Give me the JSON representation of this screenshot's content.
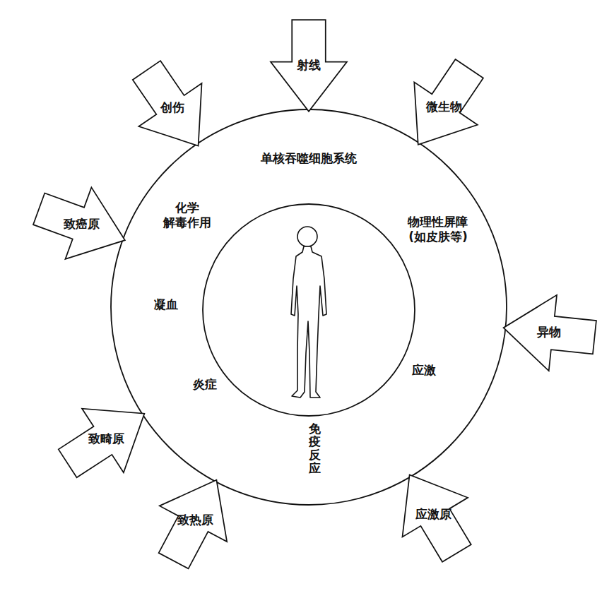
{
  "diagram": {
    "nodes": [
      {
        "text": [
          "单核吞噬细胞系统",
          "化学 解毒作用",
          "物理性屏障 (如皮肤等)",
          "凝血",
          "应激",
          "炎症",
          "免疫反应"
        ]
      },
      {
        "text": [
          "射线"
        ]
      },
      {
        "text": [
          "创伤"
        ]
      },
      {
        "text": [
          "微生物"
        ]
      },
      {
        "text": [
          "致癌原"
        ]
      },
      {
        "text": [
          "异物"
        ]
      },
      {
        "text": [
          "致畸原"
        ]
      },
      {
        "text": [
          "致热原"
        ]
      },
      {
        "text": [
          "应激原"
        ]
      }
    ]
  }
}
